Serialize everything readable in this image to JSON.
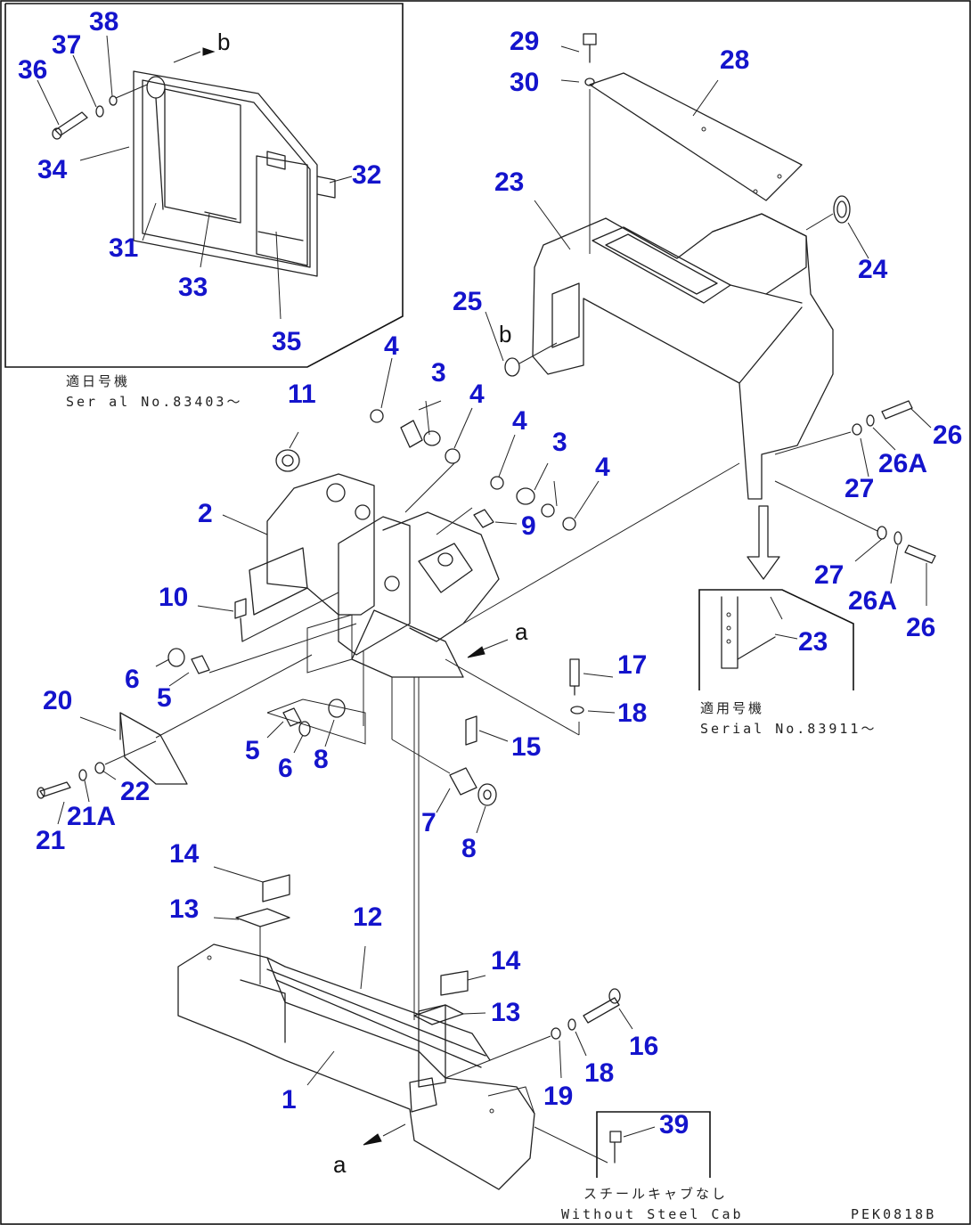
{
  "diagram": {
    "part_numbers": [
      "1",
      "2",
      "3",
      "3",
      "4",
      "4",
      "4",
      "4",
      "5",
      "5",
      "6",
      "6",
      "7",
      "8",
      "8",
      "9",
      "10",
      "11",
      "12",
      "13",
      "13",
      "14",
      "14",
      "15",
      "16",
      "17",
      "18",
      "18",
      "19",
      "20",
      "21",
      "21A",
      "22",
      "23",
      "23",
      "24",
      "25",
      "26",
      "26",
      "26A",
      "26A",
      "27",
      "27",
      "28",
      "29",
      "30",
      "31",
      "32",
      "33",
      "34",
      "35",
      "36",
      "37",
      "38",
      "39"
    ],
    "reference_letters": [
      "b",
      "b",
      "a",
      "a"
    ],
    "notes": {
      "inset_top_left_jp": "適日号機",
      "inset_top_left_serial": "Ser al No.83403～",
      "inset_right_jp": "適用号機",
      "inset_right_serial": "Serial No.83911～",
      "inset_bottom_jp": "スチールキャブなし",
      "inset_bottom_en": "Without Steel Cab"
    },
    "drawing_code": "PEK0818B"
  }
}
